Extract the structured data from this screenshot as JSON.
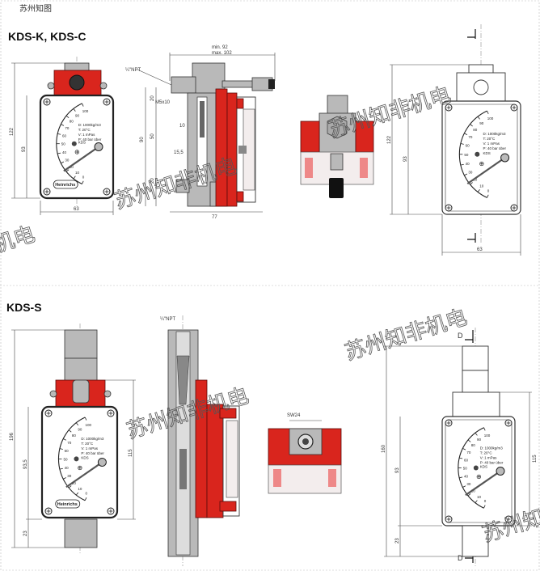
{
  "sections": {
    "top_title": "KDS-K, KDS-C",
    "bottom_title": "KDS-S",
    "header_fragment": "苏州知图"
  },
  "gauge": {
    "scale": [
      "100",
      "90",
      "80",
      "70",
      "60",
      "50",
      "40",
      "30",
      "20",
      "10",
      "0"
    ],
    "info": [
      "D: 1000kg/m3",
      "T: 20°C",
      "V: 1 mPas",
      "P: 40 bar über"
    ],
    "model": "KDS",
    "brand": "Heinrichs"
  },
  "dims_top": {
    "height_total": "122",
    "height_body": "93",
    "width": "63",
    "min": "min.  92",
    "max": "max. 102",
    "npt": "¼\"NPT",
    "m": "M5x10",
    "d20a": "20",
    "d50": "50",
    "d90": "90",
    "d10": "10",
    "d155": "15,5",
    "d20b": "20",
    "depth": "77",
    "right_height_total": "122",
    "right_height_body": "93",
    "right_width": "63"
  },
  "dims_bottom": {
    "height_total": "196",
    "height_body": "93,5",
    "height_right": "115",
    "bottom": "23",
    "npt": "¼\"NPT",
    "sw": "SW24",
    "r_total": "160",
    "r_body": "93",
    "r_right": "115",
    "r_bottom": "23",
    "section_top": "D",
    "section_bottom": "D"
  },
  "watermarks": [
    "苏州知非机电",
    "苏州知非机电",
    "苏州知非机电",
    "苏州知非机电",
    "机电",
    "苏州知"
  ],
  "colors": {
    "red": "#d9251d",
    "metal": "#b9b9b9",
    "outline": "#222222"
  }
}
